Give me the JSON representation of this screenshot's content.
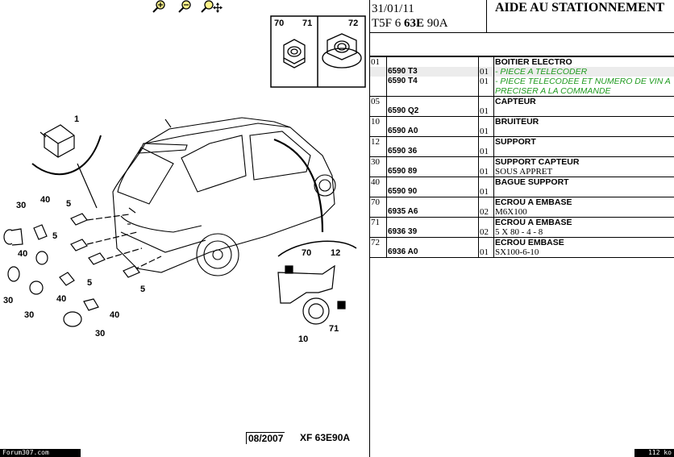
{
  "toolbar": {
    "zoom_in": "zoom-in",
    "zoom_out": "zoom-out",
    "zoom_move": "zoom-move"
  },
  "diagram": {
    "callouts": [
      "1",
      "40",
      "30",
      "5",
      "5",
      "40",
      "5",
      "30",
      "30",
      "40",
      "40",
      "5",
      "30",
      "70",
      "12",
      "71",
      "10",
      "70",
      "71",
      "72"
    ],
    "stamp_date": "08/2007",
    "stamp_ref": "XF 63E90A"
  },
  "bottom": {
    "left": "Forum307.com",
    "right": "112 ko"
  },
  "header": {
    "date": "31/01/11",
    "code_a": "T5F 6 ",
    "code_b": "63E",
    "code_c": " 90A",
    "title": "AIDE AU STATIONNEMENT"
  },
  "parts": [
    {
      "index": "01",
      "ref": "",
      "qty": "",
      "title": "BOITIER ELECTRO",
      "note": ""
    },
    {
      "index": "",
      "ref": "6590 T3",
      "qty": "01",
      "title": "",
      "note": "- PIECE A TELECODER"
    },
    {
      "index": "",
      "ref": "6590 T4",
      "qty": "01",
      "title": "",
      "note": "- PIECE TELECODEE ET NUMERO DE VIN A PRECISER A LA COMMANDE"
    },
    {
      "index": "05",
      "ref": "",
      "qty": "",
      "title": "CAPTEUR",
      "note": ""
    },
    {
      "index": "",
      "ref": "6590 Q2",
      "qty": "01",
      "title": "",
      "note": ""
    },
    {
      "index": "10",
      "ref": "",
      "qty": "",
      "title": "BRUITEUR",
      "note": ""
    },
    {
      "index": "",
      "ref": "6590 A0",
      "qty": "01",
      "title": "",
      "note": ""
    },
    {
      "index": "12",
      "ref": "",
      "qty": "",
      "title": "SUPPORT",
      "note": ""
    },
    {
      "index": "",
      "ref": "6590 36",
      "qty": "01",
      "title": "",
      "note": ""
    },
    {
      "index": "30",
      "ref": "",
      "qty": "",
      "title": "SUPPORT CAPTEUR",
      "note": ""
    },
    {
      "index": "",
      "ref": "6590 89",
      "qty": "01",
      "title": "",
      "note": "SOUS APPRET"
    },
    {
      "index": "40",
      "ref": "",
      "qty": "",
      "title": "BAGUE SUPPORT",
      "note": ""
    },
    {
      "index": "",
      "ref": "6590 90",
      "qty": "01",
      "title": "",
      "note": ""
    },
    {
      "index": "70",
      "ref": "",
      "qty": "",
      "title": "ECROU A EMBASE",
      "note": ""
    },
    {
      "index": "",
      "ref": "6935 A6",
      "qty": "02",
      "title": "",
      "note": "M6X100"
    },
    {
      "index": "71",
      "ref": "",
      "qty": "",
      "title": "ECROU A EMBASE",
      "note": ""
    },
    {
      "index": "",
      "ref": "6936 39",
      "qty": "02",
      "title": "",
      "note": "5 X 80 - 4 - 8"
    },
    {
      "index": "72",
      "ref": "",
      "qty": "",
      "title": "ECROU EMBASE",
      "note": ""
    },
    {
      "index": "",
      "ref": "6936 A0",
      "qty": "01",
      "title": "",
      "note": "SX100-6-10"
    }
  ]
}
